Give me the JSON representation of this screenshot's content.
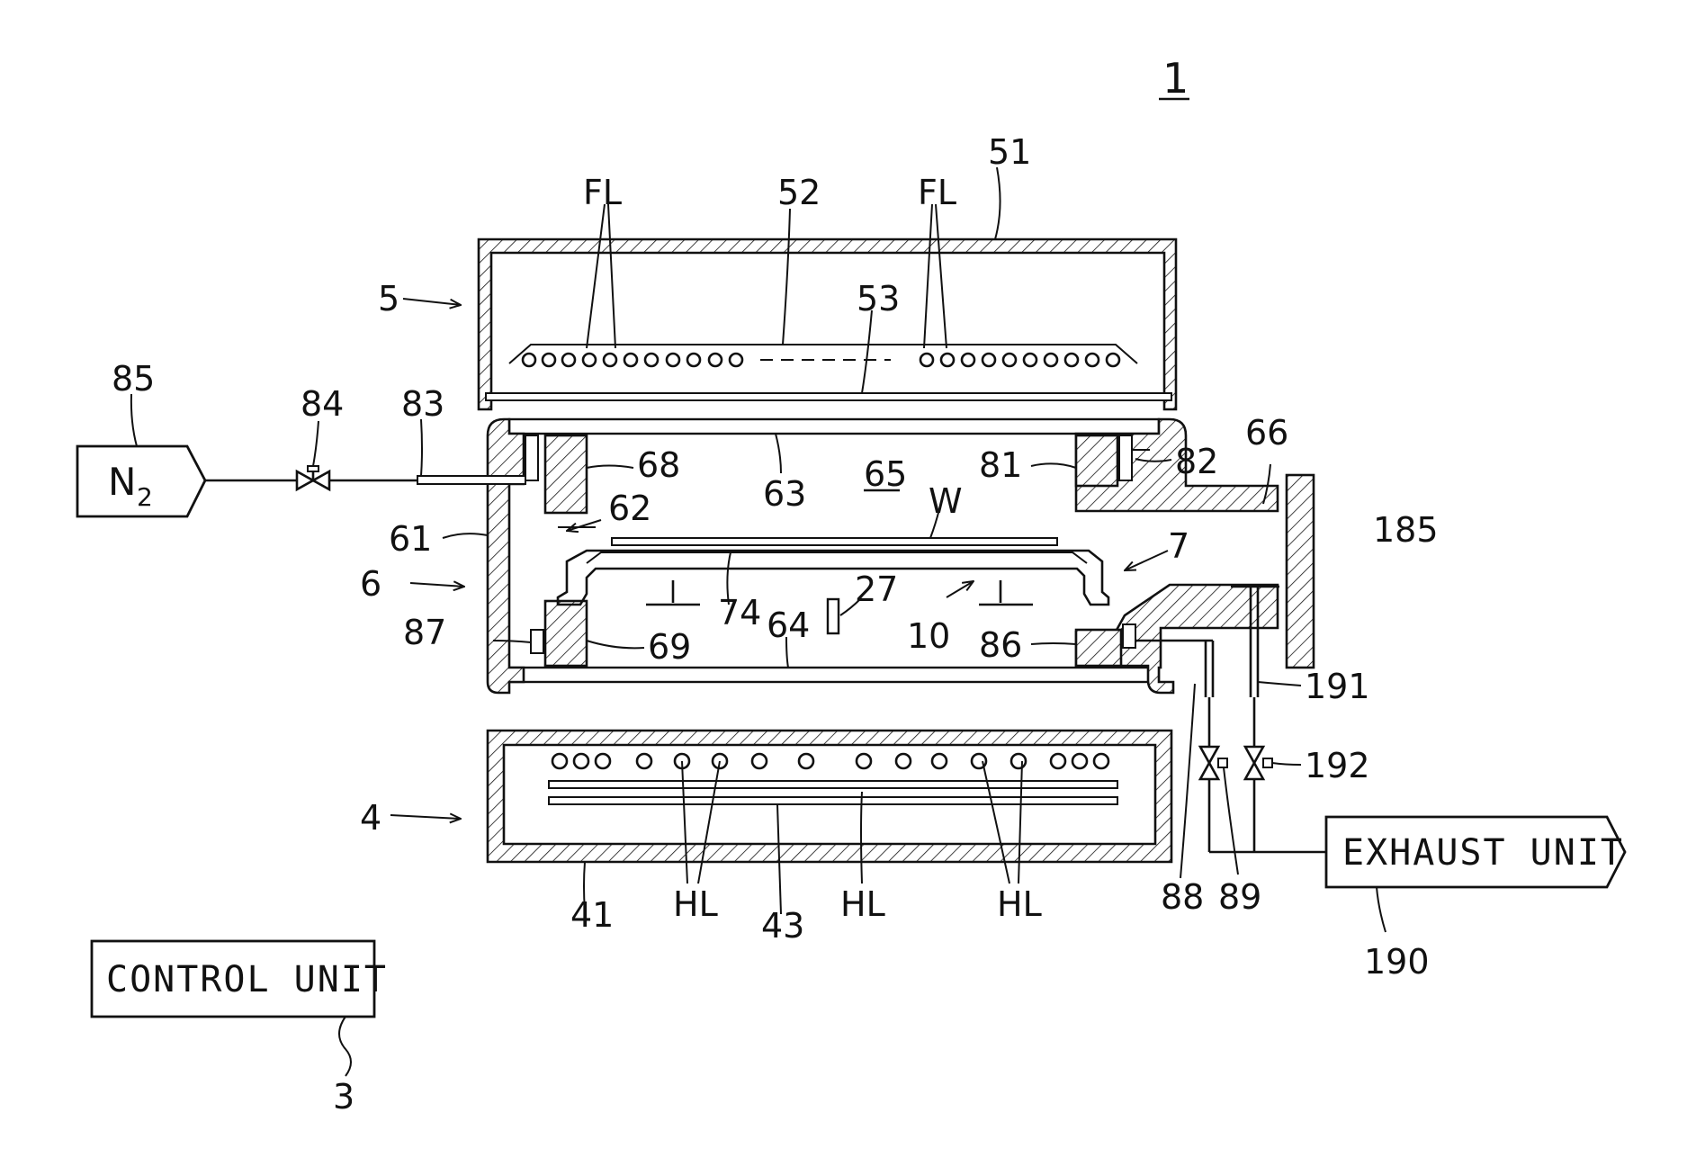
{
  "figure": {
    "number": "1"
  },
  "boxes": {
    "gas_source": {
      "main": "N",
      "sub": "2"
    },
    "exhaust_unit": "EXHAUST UNIT",
    "control_unit": "CONTROL UNIT"
  },
  "labels": {
    "fl_left": "FL",
    "fl_right": "FL",
    "hl_left": "HL",
    "hl_middle": "HL",
    "hl_right": "HL",
    "wafer": "W",
    "ref_1": "1",
    "ref_3": "3",
    "ref_4": "4",
    "ref_5": "5",
    "ref_6": "6",
    "ref_7": "7",
    "ref_10": "10",
    "ref_27": "27",
    "ref_41": "41",
    "ref_43": "43",
    "ref_51": "51",
    "ref_52": "52",
    "ref_53": "53",
    "ref_61": "61",
    "ref_62": "62",
    "ref_63": "63",
    "ref_64": "64",
    "ref_65": "65",
    "ref_66": "66",
    "ref_68": "68",
    "ref_69": "69",
    "ref_74": "74",
    "ref_81": "81",
    "ref_82": "82",
    "ref_83": "83",
    "ref_84": "84",
    "ref_85": "85",
    "ref_86": "86",
    "ref_87": "87",
    "ref_88": "88",
    "ref_89": "89",
    "ref_185": "185",
    "ref_190": "190",
    "ref_191": "191",
    "ref_192": "192"
  }
}
